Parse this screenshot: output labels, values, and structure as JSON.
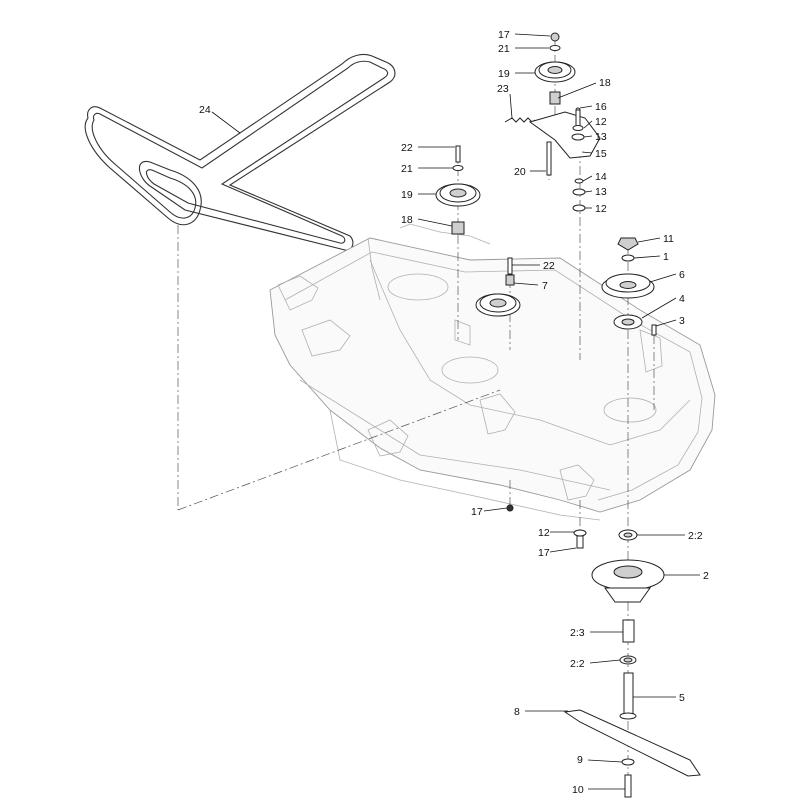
{
  "diagram": {
    "callouts": [
      {
        "id": "c17a",
        "text": "17"
      },
      {
        "id": "c21a",
        "text": "21"
      },
      {
        "id": "c19a",
        "text": "19"
      },
      {
        "id": "c18a",
        "text": "18"
      },
      {
        "id": "c23",
        "text": "23"
      },
      {
        "id": "c16",
        "text": "16"
      },
      {
        "id": "c12a",
        "text": "12"
      },
      {
        "id": "c13a",
        "text": "13"
      },
      {
        "id": "c15",
        "text": "15"
      },
      {
        "id": "c20",
        "text": "20"
      },
      {
        "id": "c14",
        "text": "14"
      },
      {
        "id": "c13b",
        "text": "13"
      },
      {
        "id": "c12b",
        "text": "12"
      },
      {
        "id": "c24",
        "text": "24"
      },
      {
        "id": "c22a",
        "text": "22"
      },
      {
        "id": "c21b",
        "text": "21"
      },
      {
        "id": "c19b",
        "text": "19"
      },
      {
        "id": "c18b",
        "text": "18"
      },
      {
        "id": "c22b",
        "text": "22"
      },
      {
        "id": "c7",
        "text": "7"
      },
      {
        "id": "c11",
        "text": "11"
      },
      {
        "id": "c1",
        "text": "1"
      },
      {
        "id": "c6",
        "text": "6"
      },
      {
        "id": "c4",
        "text": "4"
      },
      {
        "id": "c3",
        "text": "3"
      },
      {
        "id": "c17b",
        "text": "17"
      },
      {
        "id": "c12c",
        "text": "12"
      },
      {
        "id": "c17c",
        "text": "17"
      },
      {
        "id": "c2_2a",
        "text": "2:2"
      },
      {
        "id": "c2",
        "text": "2"
      },
      {
        "id": "c2_3",
        "text": "2:3"
      },
      {
        "id": "c2_2b",
        "text": "2:2"
      },
      {
        "id": "c5",
        "text": "5"
      },
      {
        "id": "c8",
        "text": "8"
      },
      {
        "id": "c9",
        "text": "9"
      },
      {
        "id": "c10",
        "text": "10"
      }
    ]
  }
}
